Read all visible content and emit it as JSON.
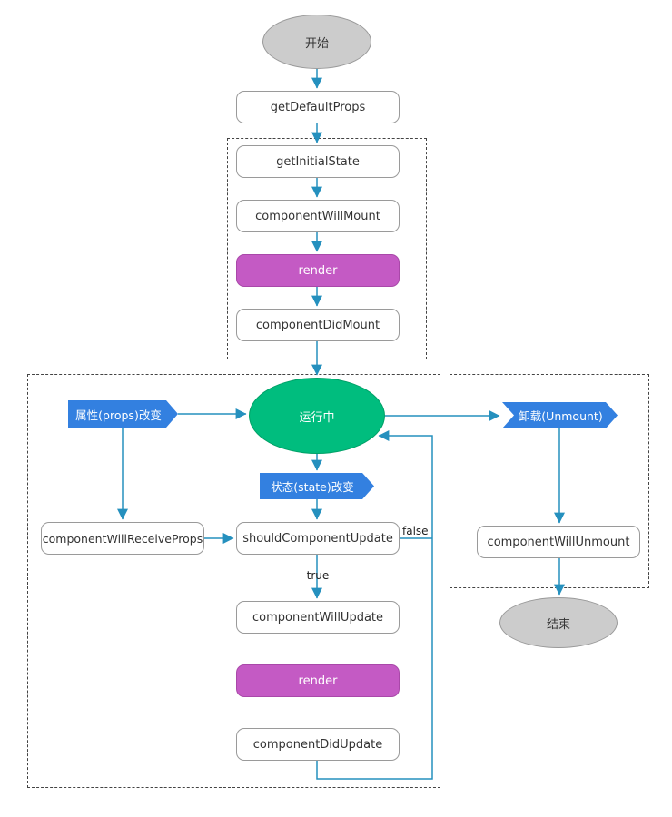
{
  "diagram": {
    "nodes": {
      "start": "开始",
      "get_default_props": "getDefaultProps",
      "get_initial_state": "getInitialState",
      "component_will_mount": "componentWillMount",
      "render_mount": "render",
      "component_did_mount": "componentDidMount",
      "running": "运行中",
      "props_change": "属性(props)改变",
      "state_change": "状态(state)改变",
      "component_will_receive_props": "componentWillReceiveProps",
      "should_component_update": "shouldComponentUpdate",
      "component_will_update": "componentWillUpdate",
      "render_update": "render",
      "component_did_update": "componentDidUpdate",
      "unmount": "卸载(Unmount)",
      "component_will_unmount": "componentWillUnmount",
      "end": "结束"
    },
    "edge_labels": {
      "true_label": "true",
      "false_label": "false"
    },
    "colors": {
      "edge": "#2590be",
      "event_hexagon": "#3380e0",
      "render_fill": "#c45ac4",
      "running_fill": "#00bd7e",
      "terminal_fill": "#cccccc",
      "process_border": "#999999"
    }
  }
}
